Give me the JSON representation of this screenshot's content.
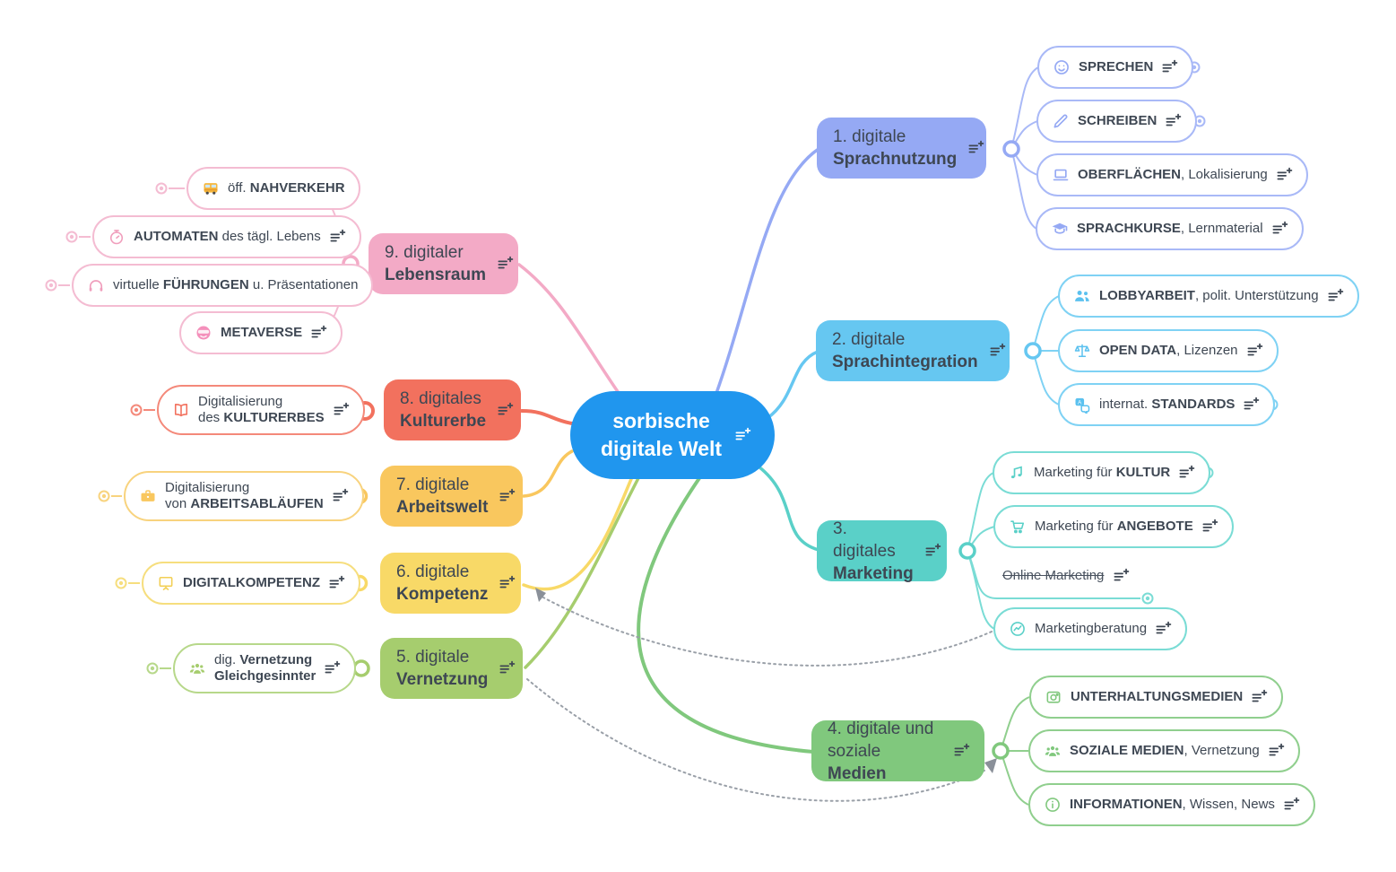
{
  "root": {
    "label": "sorbische\ndigitale Welt"
  },
  "branches": {
    "b1": {
      "line1": "1. digitale",
      "l2pre": "",
      "l2bold": "Sprachnutzung"
    },
    "b2": {
      "line1": "2. digitale",
      "l2pre": "",
      "l2bold": "Sprachintegration"
    },
    "b3": {
      "line1": "3. digitales",
      "l2pre": "",
      "l2bold": "Marketing"
    },
    "b4": {
      "line1": "4. digitale und",
      "l2pre": "soziale ",
      "l2bold": "Medien"
    },
    "b5": {
      "line1": "5. digitale",
      "l2pre": "",
      "l2bold": "Vernetzung"
    },
    "b6": {
      "line1": "6. digitale",
      "l2pre": "",
      "l2bold": "Kompetenz"
    },
    "b7": {
      "line1": "7. digitale",
      "l2pre": "",
      "l2bold": "Arbeitswelt"
    },
    "b8": {
      "line1": "8. digitales",
      "l2pre": "",
      "l2bold": "Kulturerbe"
    },
    "b9": {
      "line1": "9. digitaler",
      "l2pre": "",
      "l2bold": "Lebensraum"
    }
  },
  "leaves": {
    "sprechen": {
      "pre": "",
      "bold": "SPRECHEN",
      "post": "",
      "icon": "smiley-icon"
    },
    "schreiben": {
      "pre": "",
      "bold": "SCHREIBEN",
      "post": "",
      "icon": "pencil-icon"
    },
    "oberflaechen": {
      "pre": "",
      "bold": "OBERFLÄCHEN",
      "post": ", Lokalisierung",
      "icon": "laptop-icon"
    },
    "sprachkurse": {
      "pre": "",
      "bold": "SPRACHKURSE",
      "post": ", Lernmaterial",
      "icon": "graduation-cap-icon"
    },
    "lobbyarbeit": {
      "pre": "",
      "bold": "LOBBYARBEIT",
      "post": ", polit. Unterstützung",
      "icon": "people-icon"
    },
    "opendata": {
      "pre": "",
      "bold": "OPEN DATA",
      "post": ", Lizenzen",
      "icon": "scale-icon"
    },
    "standards": {
      "pre": "internat. ",
      "bold": "STANDARDS",
      "post": "",
      "icon": "translation-icon"
    },
    "kultur": {
      "pre": "Marketing für ",
      "bold": "KULTUR",
      "post": "",
      "icon": "music-note-icon"
    },
    "angebote": {
      "pre": "Marketing für ",
      "bold": "ANGEBOTE",
      "post": "",
      "icon": "shopping-cart-icon"
    },
    "online_marketing": {
      "pre": "Online Marketing",
      "bold": "",
      "post": ""
    },
    "beratung": {
      "pre": "Marketingberatung",
      "bold": "",
      "post": "",
      "icon": "trend-chart-icon"
    },
    "unterhaltung": {
      "pre": "",
      "bold": "UNTERHALTUNGSMEDIEN",
      "post": "",
      "icon": "camera-icon"
    },
    "soziale": {
      "pre": "",
      "bold": "SOZIALE MEDIEN",
      "post": ", Vernetzung",
      "icon": "group-icon"
    },
    "informationen": {
      "pre": "",
      "bold": "INFORMATIONEN",
      "post": ", Wissen, News",
      "icon": "info-icon"
    },
    "nahverkehr": {
      "pre": "öff. ",
      "bold": "NAHVERKEHR",
      "post": "",
      "icon": "bus-icon"
    },
    "automaten": {
      "pre": "",
      "bold": "AUTOMATEN",
      "post": " des tägl. Lebens",
      "icon": "stopwatch-icon"
    },
    "fuehrungen": {
      "pre": "virtuelle ",
      "bold": "FÜHRUNGEN",
      "post": " u. Präsentationen",
      "icon": "headphones-icon"
    },
    "metaverse": {
      "pre": "",
      "bold": "METAVERSE",
      "post": "",
      "icon": "cool-face-icon"
    },
    "kulturerbe": {
      "pre": "Digitalisierung\ndes ",
      "bold": "KULTURERBES",
      "post": "",
      "icon": "open-book-icon"
    },
    "arbeitsablaeufe": {
      "pre": "Digitalisierung\nvon ",
      "bold": "ARBEITSABLÄUFEN",
      "post": "",
      "icon": "briefcase-icon"
    },
    "digitalkompetenz": {
      "pre": "",
      "bold": "DIGITALKOMPETENZ",
      "post": "",
      "icon": "presentation-icon"
    },
    "gleichgesinnte": {
      "pre": "dig. ",
      "bold": "Vernetzung\nGleichgesinnter",
      "post": "",
      "icon": "group-icon"
    }
  },
  "colors": {
    "central": "#2096ee",
    "branch1": "#95a9f4",
    "branch2": "#66c7f1",
    "branch3": "#5ad0c8",
    "branch4": "#80c87d",
    "branch5": "#a6cd6e",
    "branch6": "#f8d967",
    "branch7": "#f9c75e",
    "branch8": "#f2715e",
    "branch9": "#f3aac6",
    "text": "#3e4753",
    "relationship_dotted": "#9aa0a8"
  }
}
